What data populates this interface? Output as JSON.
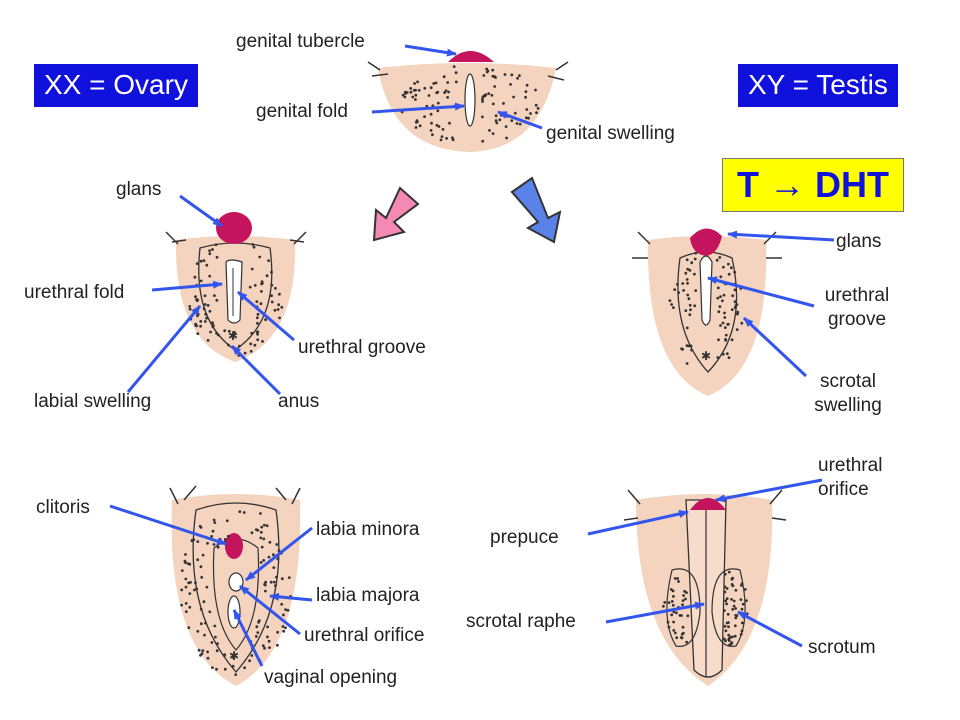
{
  "colors": {
    "skin": "#f4d3bf",
    "glans": "#c4145e",
    "arrow": "#3355ee",
    "label_box": "#1111dd",
    "dht_box": "#ffff00",
    "pink_arrow": "#f48ab4",
    "blue_arrow": "#5a82e8"
  },
  "badges": {
    "xx": "XX = Ovary",
    "xy": "XY = Testis",
    "dht": "T  DHT",
    "dht_arrow_icon": "right-arrow-icon"
  },
  "top": {
    "genital_tubercle": "genital tubercle",
    "genital_fold": "genital fold",
    "genital_swelling": "genital swelling"
  },
  "female_mid": {
    "glans": "glans",
    "urethral_fold": "urethral fold",
    "urethral_groove": "urethral groove",
    "labial_swelling": "labial swelling",
    "anus": "anus"
  },
  "male_mid": {
    "glans": "glans",
    "urethral_groove": "urethral groove",
    "scrotal_swelling": "scrotal swelling"
  },
  "female_final": {
    "clitoris": "clitoris",
    "labia_minora": "labia minora",
    "labia_majora": "labia majora",
    "urethral_orifice": "urethral orifice",
    "vaginal_opening": "vaginal opening"
  },
  "male_final": {
    "urethral_orifice": "urethral orifice",
    "prepuce": "prepuce",
    "scrotal_raphe": "scrotal raphe",
    "scrotum": "scrotum"
  }
}
